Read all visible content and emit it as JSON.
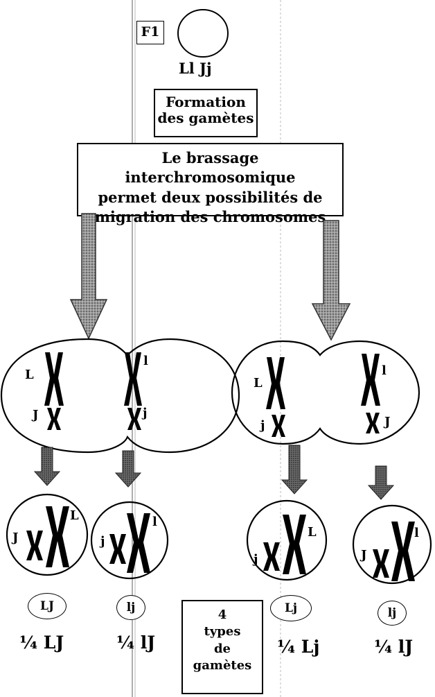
{
  "header": {
    "generation_label": "F1",
    "genotype": "Ll Jj"
  },
  "step_box": {
    "line1": "Formation",
    "line2": "des gamètes"
  },
  "explanation_box": {
    "line1": "Le brassage interchromosomique",
    "line2": "permet deux possibilités de",
    "line3": "migration des chromosomes"
  },
  "cells": {
    "left": {
      "top_chromosome_labels": [
        "L",
        "l"
      ],
      "bottom_chromosome_labels": [
        "J",
        "j"
      ]
    },
    "right": {
      "top_chromosome_labels": [
        "L",
        "l"
      ],
      "bottom_chromosome_labels": [
        "j",
        "J"
      ]
    }
  },
  "gametes": [
    {
      "cell_labels": [
        "J",
        "L"
      ],
      "genotype": "LJ",
      "proportion": "¼ LJ"
    },
    {
      "cell_labels": [
        "j",
        "l"
      ],
      "genotype": "lj",
      "proportion": "¼ lJ"
    },
    {
      "cell_labels": [
        "j",
        "L"
      ],
      "genotype": "Lj",
      "proportion": "¼ Lj"
    },
    {
      "cell_labels": [
        "J",
        "l"
      ],
      "genotype": "lj",
      "proportion": "¼ lJ"
    }
  ],
  "summary_box": {
    "line1": "4",
    "line2": "types",
    "line3": "de",
    "line4": "gamètes"
  }
}
